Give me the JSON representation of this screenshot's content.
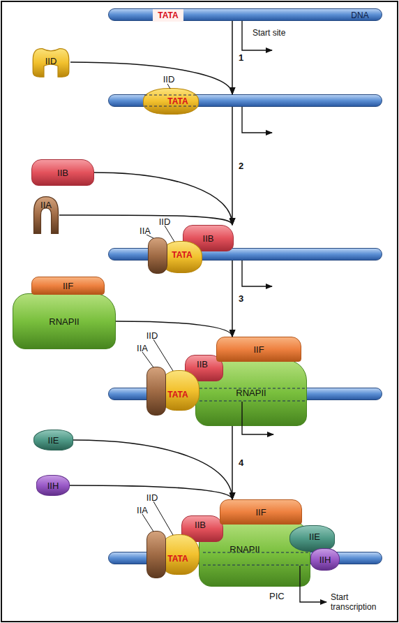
{
  "diagram": {
    "nodes": [
      {
        "text": [
          "TATA",
          "DNA"
        ]
      },
      {
        "text": [
          "IID"
        ]
      },
      {
        "text": [
          "TATA"
        ]
      },
      {
        "text": [
          "IID"
        ]
      },
      {
        "text": [
          "IIB"
        ]
      },
      {
        "text": [
          "IIA"
        ]
      },
      {
        "text": [
          "TATA"
        ]
      },
      {
        "text": [
          "IIA"
        ]
      },
      {
        "text": [
          "IID"
        ]
      },
      {
        "text": [
          "IIB"
        ]
      },
      {
        "text": [
          "IIF"
        ]
      },
      {
        "text": [
          "RNAPII"
        ]
      },
      {
        "text": [
          "TATA"
        ]
      },
      {
        "text": [
          "IIA"
        ]
      },
      {
        "text": [
          "IID"
        ]
      },
      {
        "text": [
          "IIB"
        ]
      },
      {
        "text": [
          "IIF"
        ]
      },
      {
        "text": [
          "RNAPII"
        ]
      },
      {
        "text": [
          "IIE"
        ]
      },
      {
        "text": [
          "IIH"
        ]
      },
      {
        "text": [
          "TATA"
        ]
      },
      {
        "text": [
          "IIA"
        ]
      },
      {
        "text": [
          "IID"
        ]
      },
      {
        "text": [
          "IIB"
        ]
      },
      {
        "text": [
          "IIF"
        ]
      },
      {
        "text": [
          "RNAPII"
        ]
      },
      {
        "text": [
          "IIE"
        ]
      },
      {
        "text": [
          "IIH"
        ]
      }
    ],
    "edges": [
      {
        "from": 0,
        "to": 2,
        "label": "1",
        "arrow": "to"
      },
      {
        "from": 1,
        "to": 2,
        "arrow": "to"
      },
      {
        "from": 2,
        "to": 9,
        "label": "2",
        "arrow": "to"
      },
      {
        "from": 4,
        "to": 9,
        "arrow": "to"
      },
      {
        "from": 5,
        "to": 9,
        "arrow": "to"
      },
      {
        "from": 6,
        "to": 16,
        "label": "3",
        "arrow": "to"
      },
      {
        "from": 11,
        "to": 16,
        "arrow": "to"
      },
      {
        "from": 17,
        "to": 24,
        "label": "4",
        "arrow": "to"
      },
      {
        "from": 18,
        "to": 24,
        "arrow": "to"
      },
      {
        "from": 19,
        "to": 24,
        "arrow": "to"
      }
    ],
    "labels": [
      "Start site",
      "PIC",
      "Start transcription"
    ]
  }
}
